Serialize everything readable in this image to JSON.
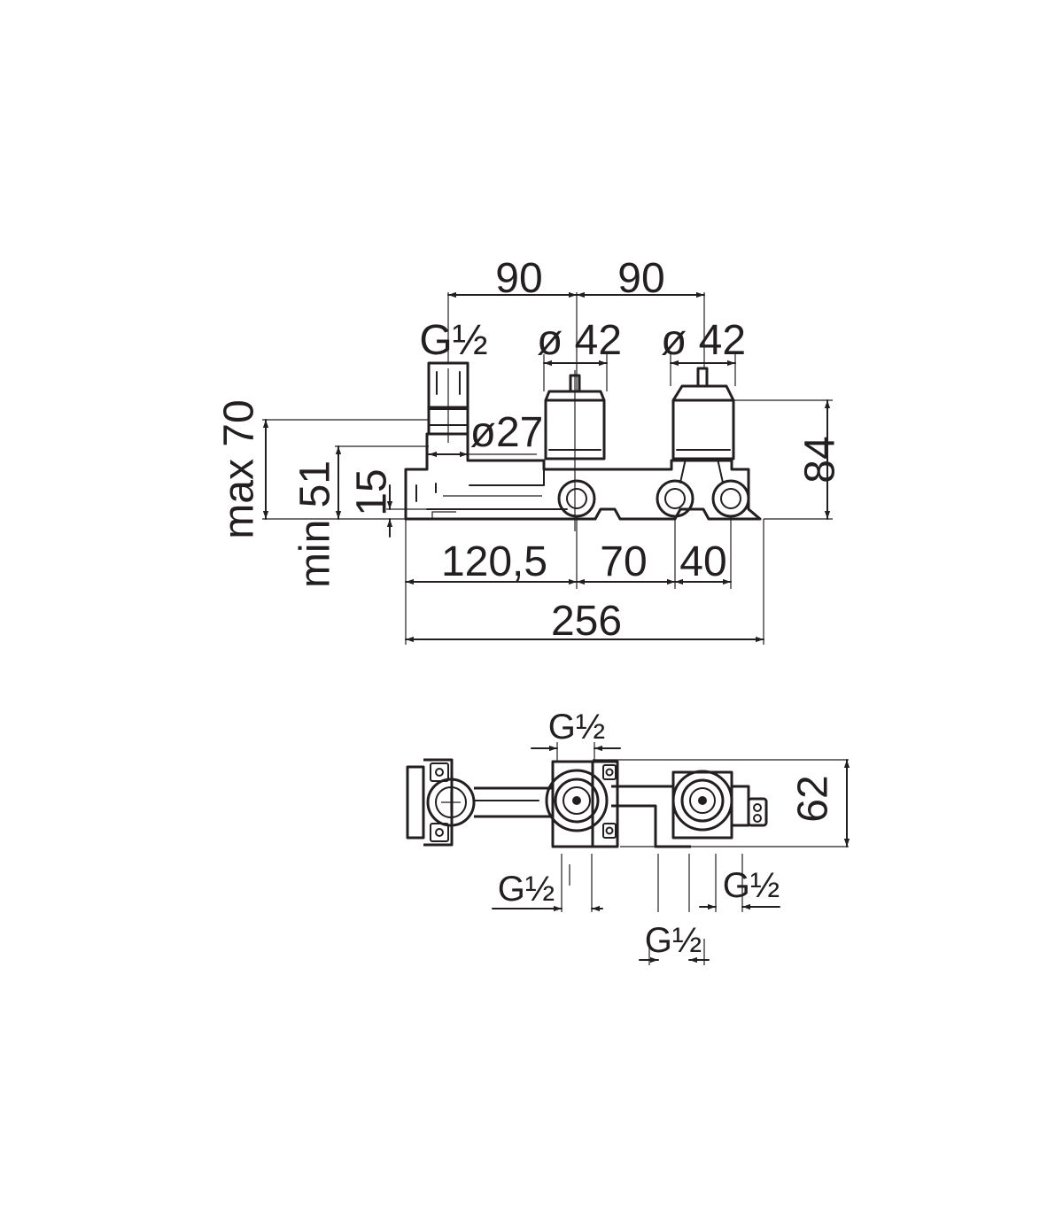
{
  "top_view": {
    "dim_90_left": "90",
    "dim_90_right": "90",
    "thread_top_left": "G½",
    "dia_valve_left": "ø 42",
    "dia_valve_right": "ø 42",
    "dia_27": "ø27",
    "dim_84": "84",
    "dim_max70": "max 70",
    "dim_min51": "min 51",
    "dim_15": "15",
    "dim_120_5": "120,5",
    "dim_70": "70",
    "dim_40": "40",
    "dim_256": "256"
  },
  "bottom_view": {
    "thread_top": "G½",
    "dim_62": "62",
    "thread_bottom_left": "G½",
    "thread_bottom_right": "G½",
    "thread_bottom_center": "G½"
  }
}
